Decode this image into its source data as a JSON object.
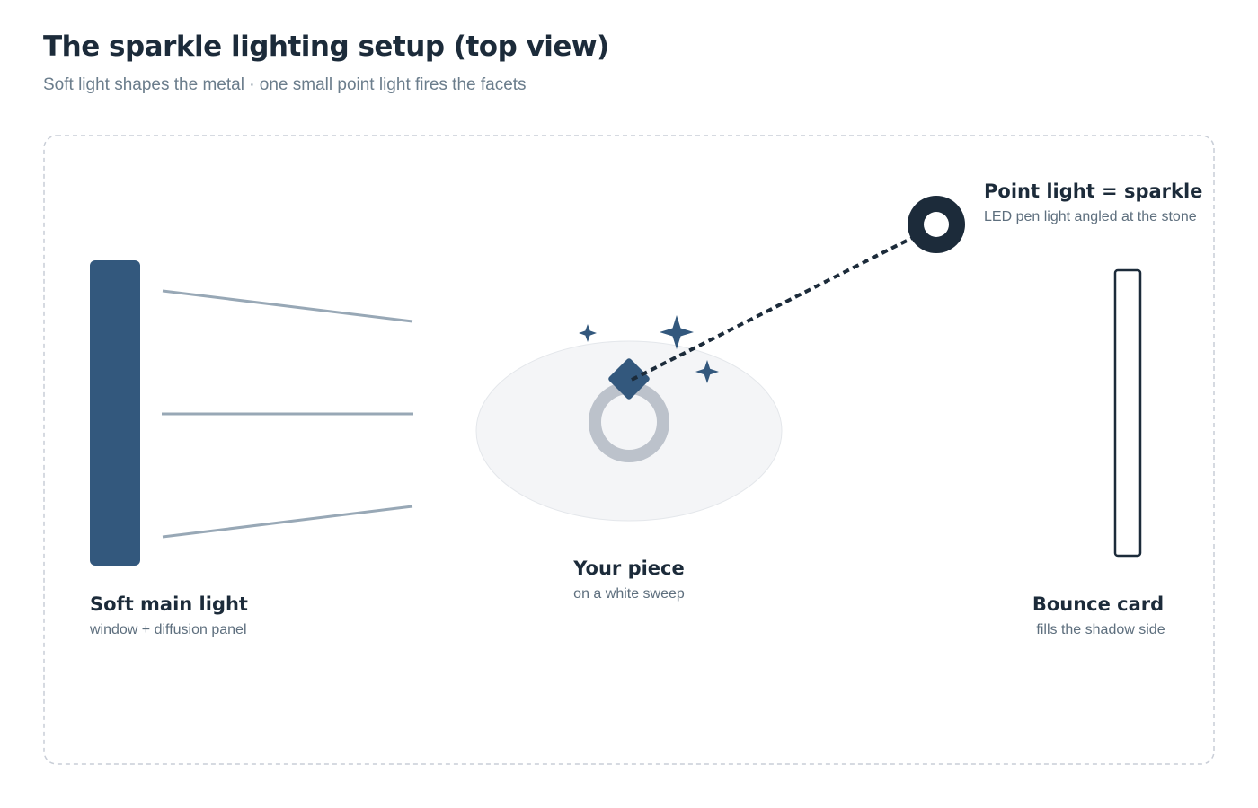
{
  "header": {
    "title": "The sparkle lighting setup (top view)",
    "subtitle": "Soft light shapes the metal · one small point light fires the facets"
  },
  "soft_light": {
    "label": "Soft main light",
    "caption": "window + diffusion panel"
  },
  "piece": {
    "label": "Your piece",
    "caption": "on a white sweep"
  },
  "point_light": {
    "label": "Point light = sparkle",
    "caption": "LED pen light angled at the stone"
  },
  "bounce_card": {
    "label": "Bounce card",
    "caption": "fills the shadow side"
  },
  "colors": {
    "accent": "#33587d",
    "dark": "#1c2b3a",
    "ring": "#bcc2cb",
    "sweep": "#f4f5f7",
    "ray": "#98a8b6",
    "border": "#c9ced7"
  }
}
